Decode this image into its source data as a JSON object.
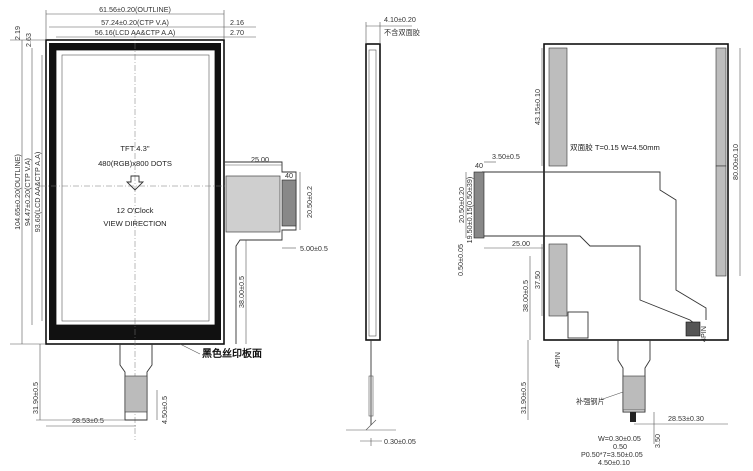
{
  "front_view": {
    "outline_width": "61.56±0.20(OUTLINE)",
    "ctp_va_width": "57.24±0.20(CTP V.A)",
    "lcd_aa_width": "56.16(LCD AA&CTP A.A)",
    "right_offset_1": "2.16",
    "right_offset_2": "2.70",
    "top_offset_1": "2.19",
    "top_offset_2": "2.63",
    "outline_height": "104.65±0.20(OUTLINE)",
    "ctp_va_height": "94.47±0.20(CTP V.A)",
    "lcd_aa_height": "93.60(LCD AA&CTP A.A)",
    "screen_lines": [
      "TFT 4.3\"",
      "480(RGB)x800 DOTS",
      "12 O'Clock",
      "VIEW DIRECTION"
    ],
    "fpc_length": "25.00",
    "fpc_height": "20.50±0.2",
    "fpc_offset": "5.00±0.5",
    "fpc_pin_label": "40",
    "fpc_drop": "38.00±0.5",
    "fpc_tail_length": "31.90±0.5",
    "tail_center": "28.53±0.5",
    "tail_bottom": "4.50±0.5",
    "silkscreen_label": "黑色丝印板面"
  },
  "side_view": {
    "thickness": "4.10±0.20",
    "note": "不含双面胶",
    "fpc_thickness": "0.30±0.05"
  },
  "back_view": {
    "tape_label": "双面胶 T=0.15 W=4.50mm",
    "tape_top": "43.15±0.10",
    "tape_bottom": "37.50",
    "height_right": "80.00±0.10",
    "pin_offset": "3.50±0.5",
    "fpc_height": "20.50±0.20",
    "pin_pitch": "19.50±0.15(0.50±39)",
    "pin_width": "0.50±0.05",
    "fpc_length": "25.00",
    "fpc_drop": "38.00±0.5",
    "tail_length": "31.90±0.5",
    "tail_center": "28.53±0.30",
    "pin_count": "40",
    "tail_width_1": "W=0.30±0.05",
    "tail_width_2": "0.50",
    "tail_pitch": "P0.50*7=3.50±0.05",
    "tail_total": "4.50±0.10",
    "tail_height": "3.50",
    "connector_label": "4PIN",
    "stiffener_label": "补强钢片"
  }
}
